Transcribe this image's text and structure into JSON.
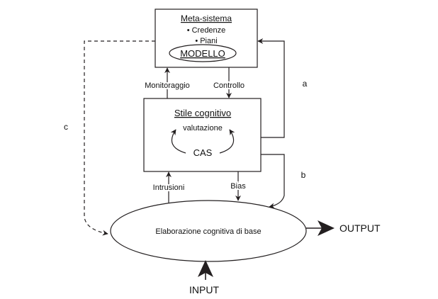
{
  "colors": {
    "line": "#231f20",
    "background": "#ffffff"
  },
  "meta_system": {
    "title": "Meta-sistema",
    "items": [
      "• Credenze",
      "• Piani"
    ],
    "model_label": "MODELLO"
  },
  "cognitive_style": {
    "title": "Stile cognitivo",
    "evaluation_label": "valutazione",
    "cas_label": "CAS"
  },
  "base_processing": {
    "label": "Elaborazione cognitiva di base"
  },
  "arrows": {
    "monitoring": "Monitoraggio",
    "control": "Controllo",
    "intrusions": "Intrusioni",
    "bias": "Bias",
    "a": "a",
    "b": "b",
    "c": "c"
  },
  "io": {
    "input": "INPUT",
    "output": "OUTPUT"
  }
}
